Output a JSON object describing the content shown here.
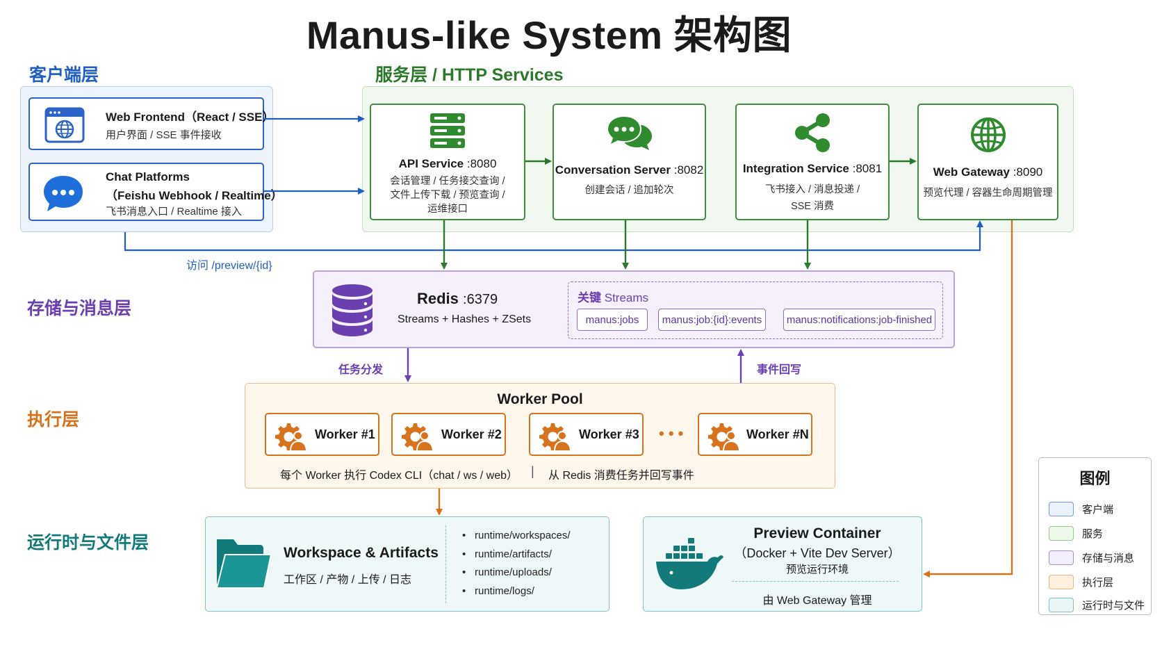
{
  "title": "Manus-like System 架构图",
  "layers": {
    "client": "客户端层",
    "service": "服务层 / HTTP Services",
    "storage": "存储与消息层",
    "execution": "执行层",
    "runtime": "运行时与文件层"
  },
  "clients": [
    {
      "title": "Web Frontend（React / SSE）",
      "subtitle": "用户界面 / SSE 事件接收",
      "icon": "browser-globe-icon"
    },
    {
      "title": "Chat Platforms",
      "title2": "（Feishu Webhook / Realtime）",
      "subtitle": "飞书消息入口 / Realtime 接入",
      "icon": "chat-bubble-icon"
    }
  ],
  "services": [
    {
      "name": "API Service",
      "port": ":8080",
      "desc": [
        "会话管理 / 任务接交查询 /",
        "文件上传下载 / 预览查询 /",
        "运维接口"
      ],
      "icon": "server-stack-icon"
    },
    {
      "name": "Conversation Server",
      "port": ":8082",
      "desc": [
        "创建会话 / 追加轮次"
      ],
      "icon": "chat-bubbles-icon"
    },
    {
      "name": "Integration Service",
      "port": ":8081",
      "desc": [
        "飞书接入 / 消息投递 /",
        "SSE 消费"
      ],
      "icon": "share-icon"
    },
    {
      "name": "Web Gateway",
      "port": ":8090",
      "desc": [
        "预览代理 / 容器生命周期管理"
      ],
      "icon": "globe-icon"
    }
  ],
  "preview_link_label": "访问 /preview/{id}",
  "redis": {
    "name": "Redis",
    "port": ":6379",
    "desc": "Streams + Hashes + ZSets",
    "icon": "database-icon",
    "streams_title_prefix": "关键",
    "streams_title_suffix": "Streams",
    "streams": [
      "manus:jobs",
      "manus:job:{id}:events",
      "manus:notifications:job-finished"
    ]
  },
  "dispatch_label": "任务分发",
  "writeback_label": "事件回写",
  "worker_pool": {
    "title": "Worker Pool",
    "workers": [
      "Worker #1",
      "Worker #2",
      "Worker #3",
      "Worker #N"
    ],
    "ellipsis": "• • •",
    "note_left": "每个 Worker 执行 Codex CLI（chat / ws / web）",
    "note_sep": "|",
    "note_right": "从 Redis 消费任务并回写事件"
  },
  "workspace": {
    "title": "Workspace & Artifacts",
    "subtitle": "工作区 / 产物 / 上传 / 日志",
    "icon": "folder-icon",
    "paths": [
      "runtime/workspaces/",
      "runtime/artifacts/",
      "runtime/uploads/",
      "runtime/logs/"
    ]
  },
  "preview": {
    "title": "Preview Container",
    "title2": "（Docker + Vite Dev Server）",
    "subtitle": "预览运行环境",
    "managed": "由 Web Gateway 管理",
    "icon": "docker-whale-icon"
  },
  "legend": {
    "title": "图例",
    "items": [
      {
        "label": "客户端",
        "fill": "#eaf2fd",
        "stroke": "#6f9ee0"
      },
      {
        "label": "服务",
        "fill": "#edf7ea",
        "stroke": "#8fca8a"
      },
      {
        "label": "存储与消息",
        "fill": "#f3eefc",
        "stroke": "#a78bdb"
      },
      {
        "label": "执行层",
        "fill": "#fff0e0",
        "stroke": "#efb278"
      },
      {
        "label": "运行时与文件",
        "fill": "#e9f6f6",
        "stroke": "#7cc3c3"
      }
    ]
  },
  "colors": {
    "blue": "#1f5fc4",
    "green": "#2b7a2b",
    "purple": "#6a3fb0",
    "orange": "#d7731c",
    "teal": "#137a7a"
  }
}
